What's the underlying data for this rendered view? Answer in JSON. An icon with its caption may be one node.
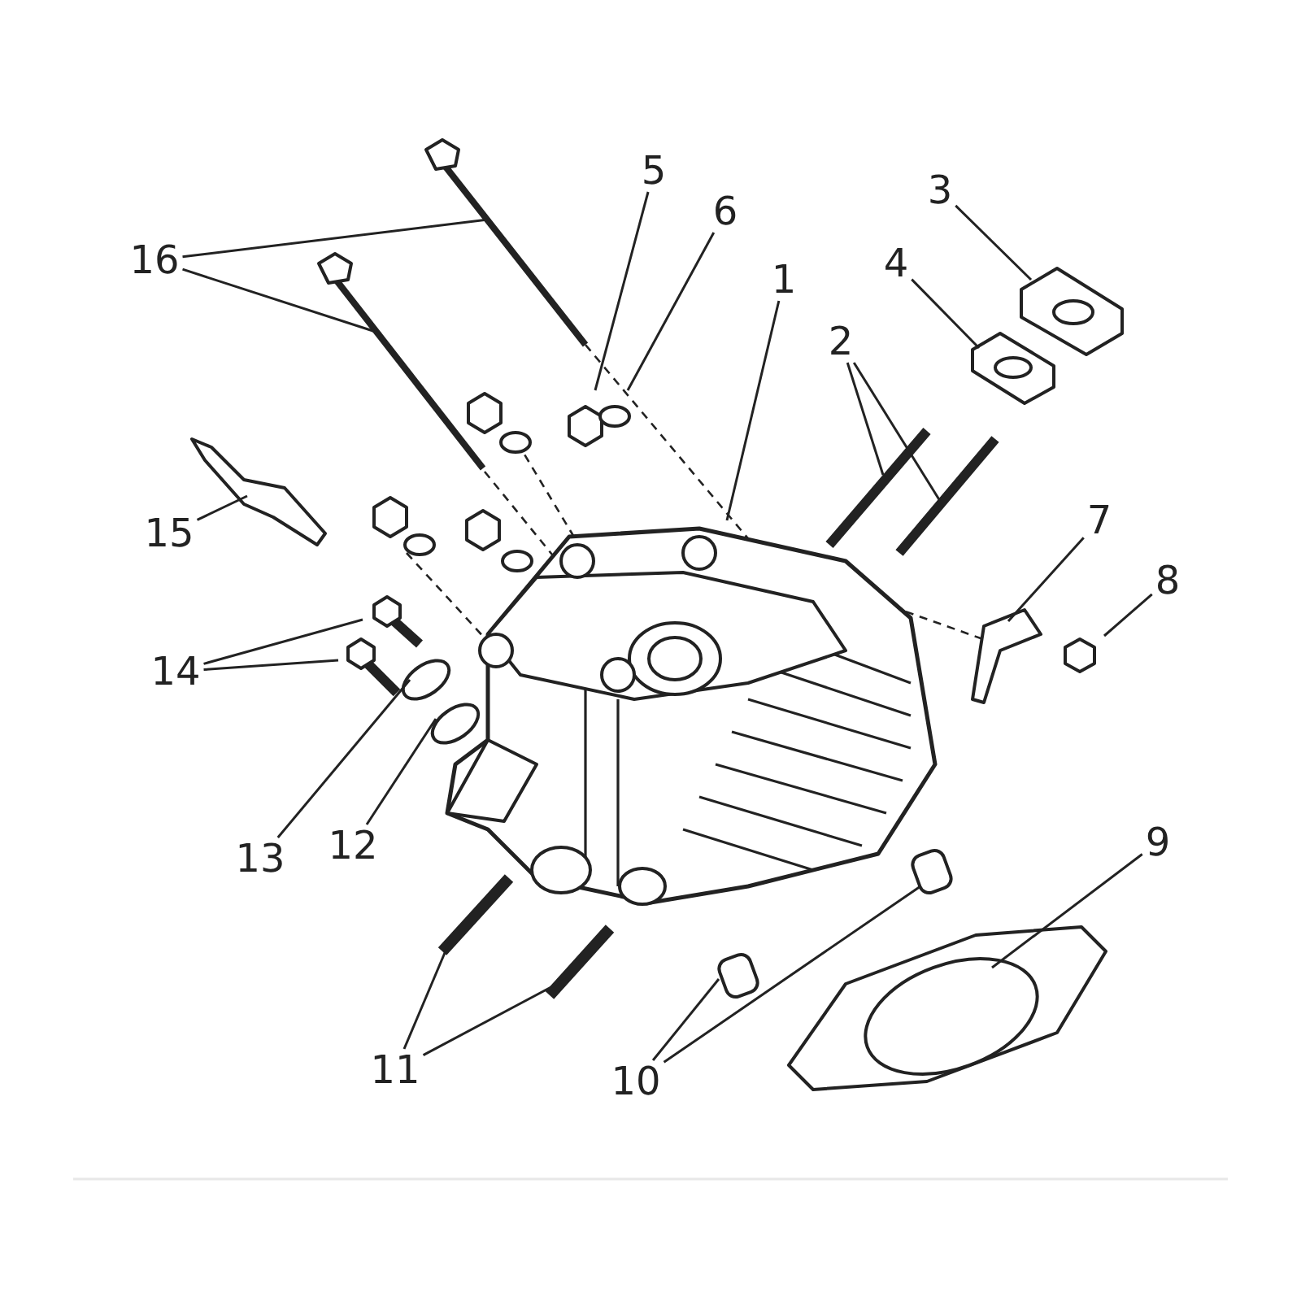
{
  "diagram": {
    "nodes": [
      {
        "text": [
          "5"
        ]
      },
      {
        "text": [
          "3"
        ]
      },
      {
        "text": [
          "6"
        ]
      },
      {
        "text": [
          "16"
        ]
      },
      {
        "text": [
          "4"
        ]
      },
      {
        "text": [
          "1"
        ]
      },
      {
        "text": [
          "2"
        ]
      },
      {
        "text": [
          "7"
        ]
      },
      {
        "text": [
          "15"
        ]
      },
      {
        "text": [
          "8"
        ]
      },
      {
        "text": [
          "14"
        ]
      },
      {
        "text": [
          "9"
        ]
      },
      {
        "text": [
          "12"
        ]
      },
      {
        "text": [
          "13"
        ]
      },
      {
        "text": [
          "11"
        ]
      },
      {
        "text": [
          "10"
        ]
      }
    ],
    "edges": [
      {
        "from": 0,
        "to": null,
        "arrow": "none"
      },
      {
        "from": 1,
        "to": null,
        "arrow": "none"
      },
      {
        "from": 2,
        "to": null,
        "arrow": "none"
      },
      {
        "from": 3,
        "to": null,
        "arrow": "none"
      },
      {
        "from": 3,
        "to": null,
        "arrow": "none"
      },
      {
        "from": 4,
        "to": null,
        "arrow": "none"
      },
      {
        "from": 5,
        "to": null,
        "arrow": "none"
      },
      {
        "from": 6,
        "to": null,
        "arrow": "none"
      },
      {
        "from": 6,
        "to": null,
        "arrow": "none"
      },
      {
        "from": 7,
        "to": null,
        "arrow": "none"
      },
      {
        "from": 8,
        "to": null,
        "arrow": "none"
      },
      {
        "from": 9,
        "to": null,
        "arrow": "none"
      },
      {
        "from": 10,
        "to": null,
        "arrow": "none"
      },
      {
        "from": 10,
        "to": null,
        "arrow": "none"
      },
      {
        "from": 11,
        "to": null,
        "arrow": "none"
      },
      {
        "from": 12,
        "to": null,
        "arrow": "none"
      },
      {
        "from": 13,
        "to": null,
        "arrow": "none"
      },
      {
        "from": 14,
        "to": null,
        "arrow": "none"
      },
      {
        "from": 14,
        "to": null,
        "arrow": "none"
      },
      {
        "from": 15,
        "to": null,
        "arrow": "none"
      },
      {
        "from": 15,
        "to": null,
        "arrow": "none"
      }
    ]
  }
}
